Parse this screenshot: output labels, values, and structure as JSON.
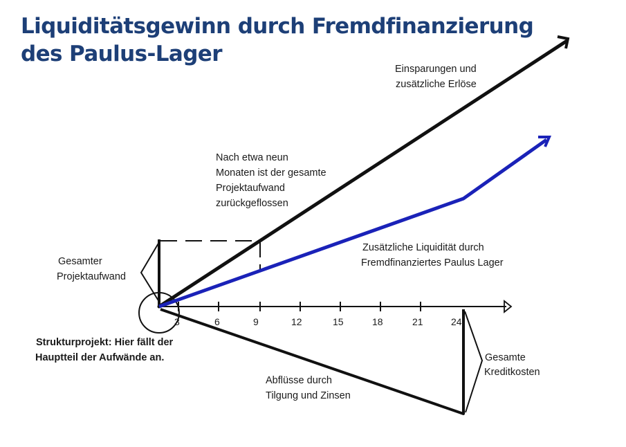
{
  "title": {
    "line1": "Liquiditätsgewinn durch Fremdfinanzierung",
    "line2": "des Paulus-Lager"
  },
  "colors": {
    "title": "#1d3f77",
    "blue_line": "#1a22b8",
    "black_line": "#111111"
  },
  "axis": {
    "ticks": [
      "3",
      "6",
      "9",
      "12",
      "15",
      "18",
      "21",
      "24"
    ]
  },
  "labels": {
    "savings": [
      "Einsparungen und",
      "zusätzliche Erlöse"
    ],
    "nine_months": [
      "Nach etwa neun",
      "Monaten ist der gesamte",
      "Projektaufwand",
      "zurückgeflossen"
    ],
    "liquidity": [
      "Zusätzliche Liquidität durch",
      "Fremdfinanziertes Paulus Lager"
    ],
    "total_effort": [
      "Gesamter",
      "Projektaufwand"
    ],
    "structure_project": [
      "Strukturprojekt: Hier fällt der",
      "Hauptteil der Aufwände an."
    ],
    "outflows": [
      "Abflüsse durch",
      "Tilgung und Zinsen"
    ],
    "credit_costs": [
      "Gesamte",
      "Kreditkosten"
    ]
  }
}
